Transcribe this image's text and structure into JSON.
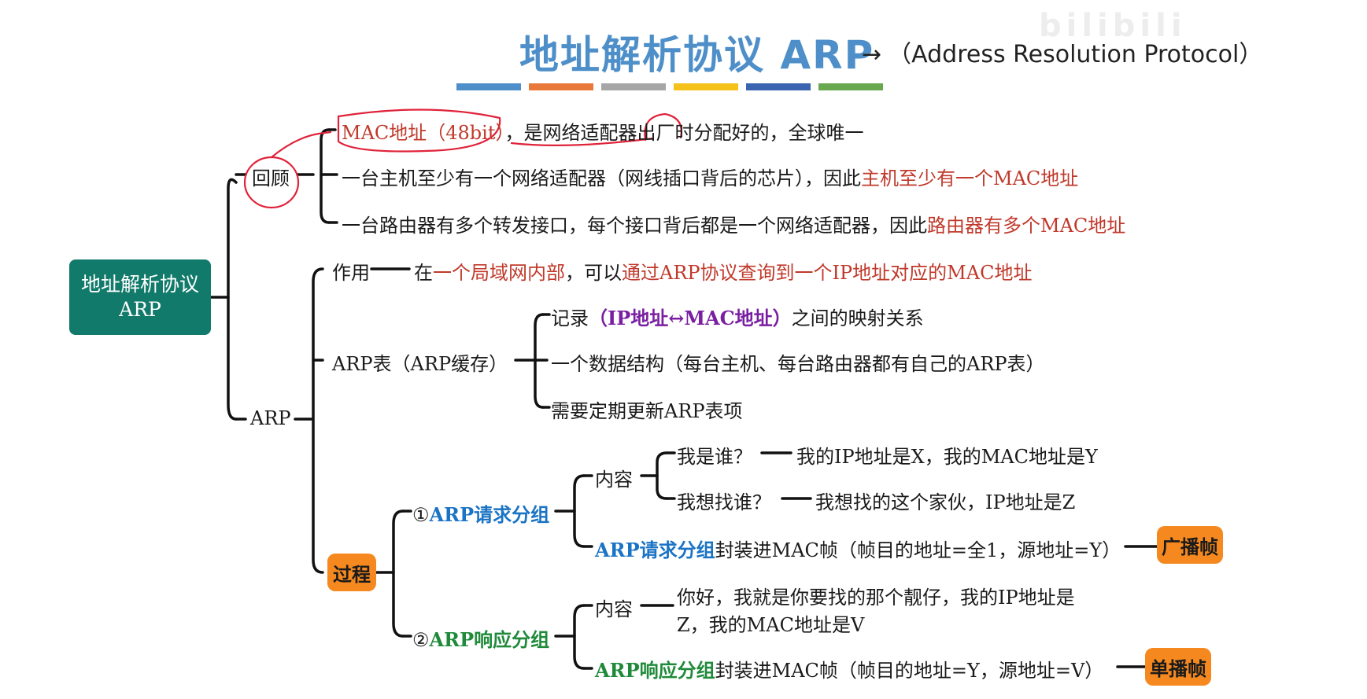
{
  "header": {
    "title": "地址解析协议 ARP",
    "arrow": "→",
    "subtitle": "（Address Resolution Protocol）",
    "watermark": "bilibili",
    "color_bars": [
      "#4e8fc9",
      "#e8793a",
      "#a6a6a6",
      "#f5c21b",
      "#3b64b0",
      "#6aa84f"
    ]
  },
  "root": {
    "line1": "地址解析协议",
    "line2": "ARP"
  },
  "review": {
    "label": "回顾",
    "mac_prefix": "MAC地址（48bit）",
    "mac_rest": "，是网络适配器出厂时分配好的，全球唯一",
    "host_text": "一台主机至少有一个网络适配器（网线插口背后的芯片），因此",
    "host_highlight": "主机至少有一个MAC地址",
    "router_text": "一台路由器有多个转发接口，每个接口背后都是一个网络适配器，因此",
    "router_highlight": "路由器有多个MAC地址"
  },
  "arp": {
    "label": "ARP",
    "purpose_label": "作用",
    "purpose_a": "在",
    "purpose_b": "一个局域网内部",
    "purpose_c": "，可以",
    "purpose_d": "通过ARP协议查询到一个IP地址对应的MAC地址",
    "table_label": "ARP表（ARP缓存）",
    "table_item1_a": "记录",
    "table_item1_b": "（IP地址↔MAC地址）",
    "table_item1_c": "之间的映射关系",
    "table_item2": "一个数据结构（每台主机、每台路由器都有自己的ARP表）",
    "table_item3": "需要定期更新ARP表项",
    "process_label": "过程",
    "request": {
      "label_num": "①",
      "label": "ARP请求分组",
      "content_label": "内容",
      "who_am_i": "我是谁？",
      "who_am_i_answer": "我的IP地址是X，我的MAC地址是Y",
      "who_find": "我想找谁？",
      "who_find_answer": "我想找的这个家伙，IP地址是Z",
      "encap_highlight": "ARP请求分组",
      "encap_rest": "封装进MAC帧（帧目的地址=全1，源地址=Y）",
      "frame_type": "广播帧"
    },
    "response": {
      "label_num": "②",
      "label": "ARP响应分组",
      "content_label": "内容",
      "content_line1": "你好，我就是你要找的那个靓仔，我的IP地址是",
      "content_line2": "Z，我的MAC地址是V",
      "encap_highlight": "ARP响应分组",
      "encap_rest": "封装进MAC帧（帧目的地址=Y，源地址=V）",
      "frame_type": "单播帧"
    }
  }
}
